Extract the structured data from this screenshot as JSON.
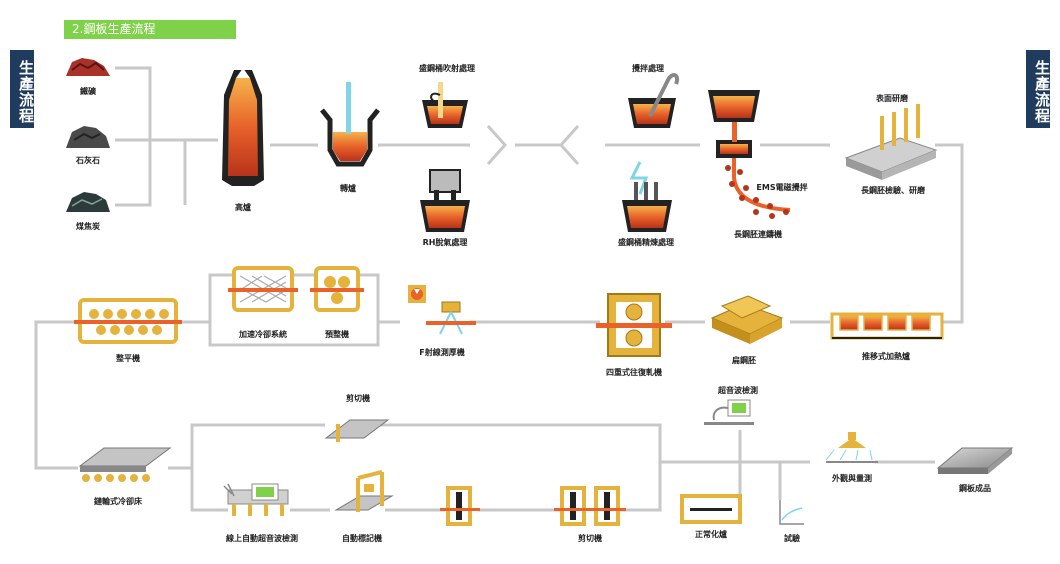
{
  "title": "2.鋼板生產流程",
  "side_left": "生產流程",
  "side_right": "生產流程",
  "labels": {
    "iron_ore": "鐵礦",
    "limestone": "石灰石",
    "coal": "煤焦炭",
    "blast_furnace": "高爐",
    "converter": "轉爐",
    "secondary_refining": "盛鋼桶吹射處理",
    "rh_degassing": "RH脫氣處理",
    "stirring": "攪拌處理",
    "ladle_furnace": "盛鋼桶精煉處理",
    "ems": "EMS電磁攪拌",
    "continuous_caster": "長鋼胚連鑄機",
    "surface_grinding": "表面研磨",
    "slab_inspection": "長鋼胚檢驗、研磨",
    "reheat_furnace": "推移式加熱爐",
    "slab_storage": "扁鋼胚",
    "four_high_mill": "四重式往復軋機",
    "f_type_cooling": "F射線測厚機",
    "accelerated_cooling": "加速冷卻系統",
    "pre_leveler": "預整機",
    "hot_leveler": "整平機",
    "cooling_bed": "鏈輪式冷卻床",
    "online_ut": "線上自動超音波檢測",
    "auto_marking": "自動標記機",
    "shear_top": "剪切機",
    "shear_bottom": "剪切機",
    "ut_inspection": "超音波檢測",
    "normalizing": "正常化爐",
    "testing": "試驗",
    "surface_inspection": "外觀與量測",
    "product": "鋼板成品"
  },
  "colors": {
    "accent_green": "#7fd14a",
    "navy": "#1f3b5e",
    "gold": "#e5b33c",
    "molten": "#e8622a",
    "flow_line": "#c8c8c8"
  }
}
